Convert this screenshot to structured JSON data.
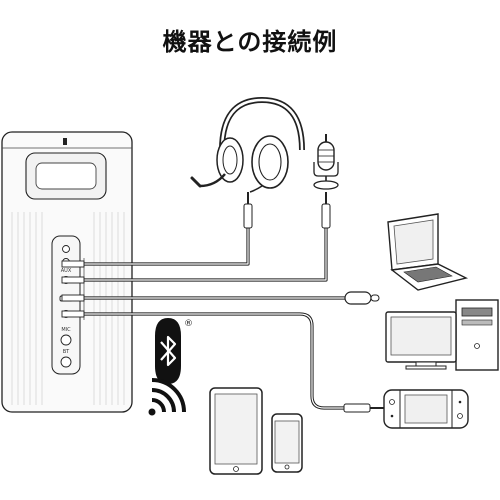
{
  "title": "機器との接続例",
  "speaker": {
    "panel_labels": [
      "AUX",
      "MIC",
      "BT"
    ]
  },
  "devices": {
    "headset": "headphones-with-mic",
    "microphone": "usb-condenser-microphone",
    "laptop": "laptop",
    "desktop": "desktop-pc-with-monitor",
    "game_console": "handheld-game-console",
    "tablet": "tablet",
    "phone": "smartphone",
    "bluetooth": "bluetooth"
  },
  "bluetooth": {
    "registered_mark": "®"
  }
}
